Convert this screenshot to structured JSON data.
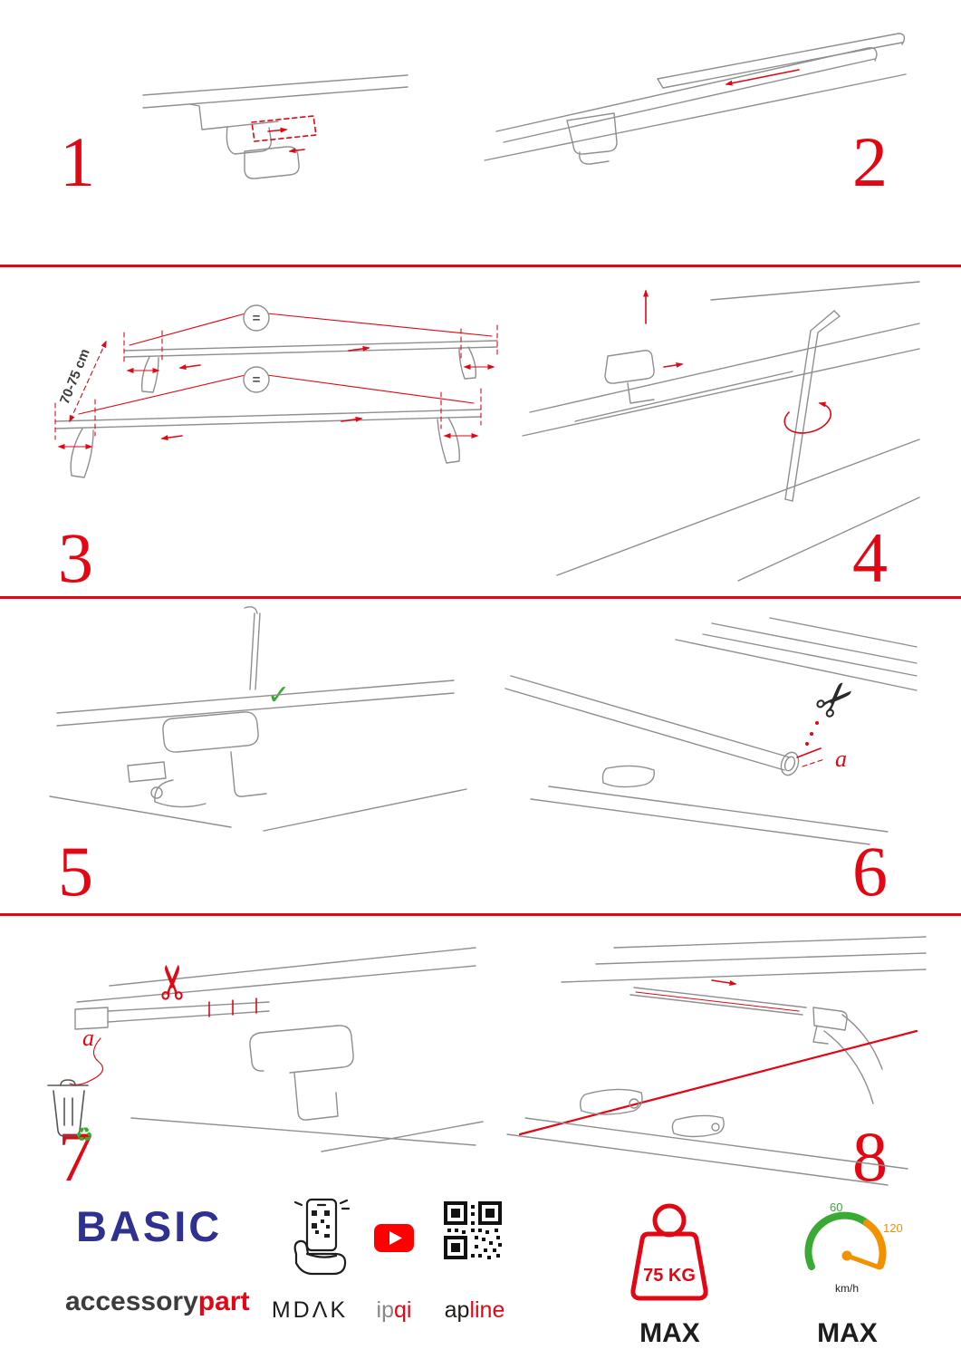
{
  "colors": {
    "accent": "#e30613",
    "brand_blue": "#2e3192",
    "dark": "#1d1d1b",
    "gray": "#878787",
    "green": "#3aaa35",
    "orange": "#f39200",
    "line_art": "#8f8f8f"
  },
  "steps": {
    "s1": {
      "number": "1"
    },
    "s2": {
      "number": "2"
    },
    "s3": {
      "number": "3",
      "measurement": "70-75 cm",
      "equal_top": "=",
      "equal_bottom": "="
    },
    "s4": {
      "number": "4"
    },
    "s5": {
      "number": "5",
      "check_icon": "✓"
    },
    "s6": {
      "number": "6",
      "part_label": "a",
      "scissors_icon": "✂"
    },
    "s7": {
      "number": "7",
      "part_label": "a",
      "scissors_icon": "✂",
      "recycle_icon": "♻"
    },
    "s8": {
      "number": "8"
    }
  },
  "footer": {
    "brand_title": "BASIC",
    "brand_sub": {
      "left": "accessory",
      "right": "part"
    },
    "partner_mdak": "MDΛK",
    "partner_ipqi": {
      "left": "ip",
      "right": "qi"
    },
    "partner_apline": {
      "left": "ap",
      "right": "line"
    },
    "weight": {
      "value": "75 KG",
      "max": "MAX"
    },
    "speed": {
      "tick_low": "60",
      "tick_high": "120",
      "unit": "km/h",
      "max": "MAX"
    }
  }
}
